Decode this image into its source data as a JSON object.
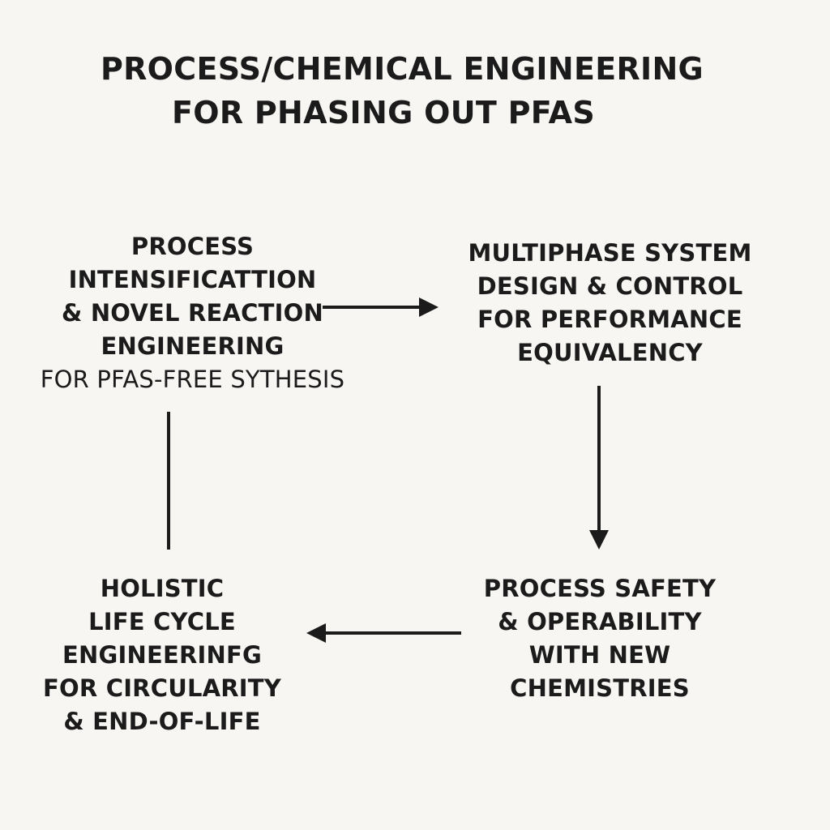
{
  "title": {
    "line1": "PROCESS/CHEMICAL ENGINEERING",
    "line2": "FOR PHASING OUT PFAS"
  },
  "nodes": {
    "process_intensification": {
      "lines": [
        "PROCESS",
        "INTENSIFICATTION",
        "& NOVEL REACTION",
        "ENGINEERING",
        "FOR PFAS-FREE SYTHESIS"
      ]
    },
    "multiphase_system": {
      "lines": [
        "MULTIPHASE SYSTEM",
        "DESIGN & CONTROL",
        "FOR PERFORMANCE",
        "EQUIVALENCY"
      ]
    },
    "process_safety": {
      "lines": [
        "PROCESS SAFETY",
        "& OPERABILITY",
        "WITH NEW",
        "CHEMISTRIES"
      ]
    },
    "life_cycle": {
      "lines": [
        "HOLISTIC",
        "LIFE CYCLE",
        "ENGINEERINFG",
        "FOR CIRCULARITY",
        "& END-OF-LIFE"
      ]
    }
  },
  "colors": {
    "background": "#f8f6f3",
    "text": "#1b1b1b",
    "connector": "#1b1b1b"
  }
}
